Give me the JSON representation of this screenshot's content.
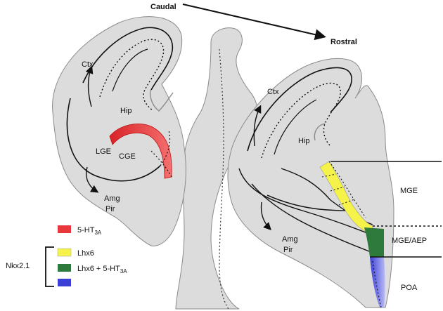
{
  "axis": {
    "caudal": "Caudal",
    "rostral": "Rostral"
  },
  "left_section": {
    "ctx": "Ctx",
    "hip": "Hip",
    "lge": "LGE",
    "cge": "CGE",
    "amg": "Amg",
    "pir": "Pir"
  },
  "right_section": {
    "ctx": "Ctx",
    "hip": "Hip",
    "amg": "Amg",
    "pir": "Pir"
  },
  "regions": {
    "mge": "MGE",
    "mge_aep": "MGE/AEP",
    "poa": "POA"
  },
  "legend": {
    "group_label": "Nkx2.1",
    "items": [
      {
        "main": "5-HT",
        "sub": "3A",
        "color": "#e8383b"
      },
      {
        "main": "Lhx6",
        "sub": "",
        "color": "#f5f24a"
      },
      {
        "main": "Lhx6 + 5-HT",
        "sub": "3A",
        "color": "#2e7a3c"
      },
      {
        "main": "",
        "sub": "",
        "color": "#3b3fd6"
      }
    ]
  },
  "colors": {
    "tissue": "#dcdcdc",
    "outline": "#8a8a8a",
    "red": "#e8383b",
    "yellow": "#f5f24a",
    "green": "#2e7a3c",
    "blue": "#6f73e6"
  }
}
